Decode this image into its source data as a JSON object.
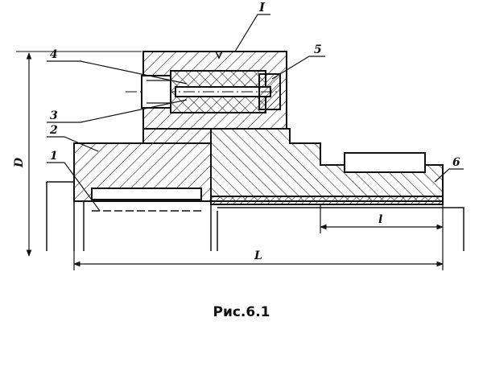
{
  "figure": {
    "caption": "Рис.6.1",
    "callouts": [
      {
        "id": "1",
        "text": "1"
      },
      {
        "id": "2",
        "text": "2"
      },
      {
        "id": "3",
        "text": "3"
      },
      {
        "id": "4",
        "text": "4"
      },
      {
        "id": "5",
        "text": "5"
      },
      {
        "id": "6",
        "text": "6"
      },
      {
        "id": "I",
        "text": "I"
      }
    ],
    "dimensions": {
      "diameter": "D",
      "overall_length": "L",
      "hub_length": "l"
    },
    "colors": {
      "line": "#111111",
      "background": "#ffffff"
    }
  }
}
